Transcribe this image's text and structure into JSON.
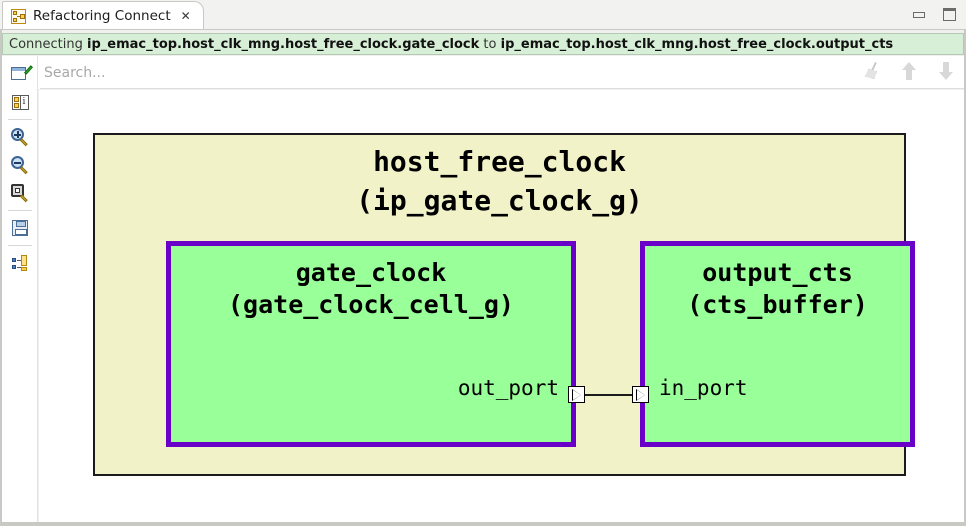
{
  "window": {
    "tab": {
      "title": "Refactoring Connect",
      "close_glyph": "✕",
      "icon": "refactoring-icon"
    },
    "controls": {
      "minimize": "minimize-button",
      "maximize": "maximize-button"
    }
  },
  "status": {
    "prefix": "Connecting",
    "source": "ip_emac_top.host_clk_mng.host_free_clock.gate_clock",
    "joiner": "to",
    "target": "ip_emac_top.host_clk_mng.host_free_clock.output_cts",
    "background_color": "#d7efd7"
  },
  "search": {
    "value": "",
    "placeholder": "Search...",
    "actions": [
      {
        "name": "clear-search-icon",
        "label": "Clear"
      },
      {
        "name": "previous-match-icon",
        "label": "Previous"
      },
      {
        "name": "next-match-icon",
        "label": "Next"
      }
    ]
  },
  "toolbar": {
    "items": [
      {
        "name": "edit-in-window-icon",
        "label": "Edit"
      },
      {
        "name": "properties-icon",
        "label": "Properties"
      },
      {
        "name": "zoom-in-icon",
        "label": "Zoom In"
      },
      {
        "name": "zoom-out-icon",
        "label": "Zoom Out"
      },
      {
        "name": "zoom-fit-icon",
        "label": "Zoom to Fit"
      },
      {
        "name": "save-icon",
        "label": "Save"
      },
      {
        "name": "hierarchy-icon",
        "label": "Hierarchy"
      }
    ]
  },
  "diagram": {
    "outer": {
      "name": "host_free_clock",
      "type": "(ip_gate_clock_g)",
      "fill_color": "#f2f2c9",
      "border_color": "#1b1b1b"
    },
    "instances": [
      {
        "name": "gate_clock",
        "type": "(gate_clock_cell_g)",
        "port": "out_port",
        "fill_color": "#99ff99",
        "border_color": "#6a00c8"
      },
      {
        "name": "output_cts",
        "type": "(cts_buffer)",
        "port": "in_port",
        "fill_color": "#99ff99",
        "border_color": "#6a00c8"
      }
    ]
  }
}
